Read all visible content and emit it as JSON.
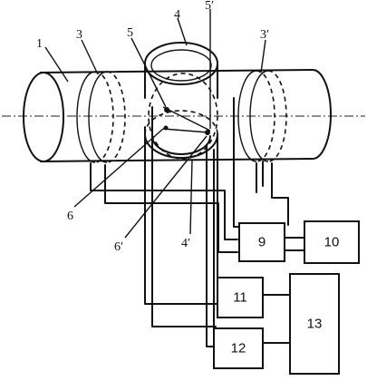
{
  "labels": {
    "tube": "1",
    "coil_left": "3",
    "coil_right": "3′",
    "ring_top": "4",
    "ring_bottom": "4′",
    "sensor_a": "5",
    "sensor_a_prime": "5′",
    "sensor_b": "6",
    "sensor_b_prime": "6′"
  },
  "blocks": {
    "b9": "9",
    "b10": "10",
    "b11": "11",
    "b12": "12",
    "b13": "13"
  }
}
